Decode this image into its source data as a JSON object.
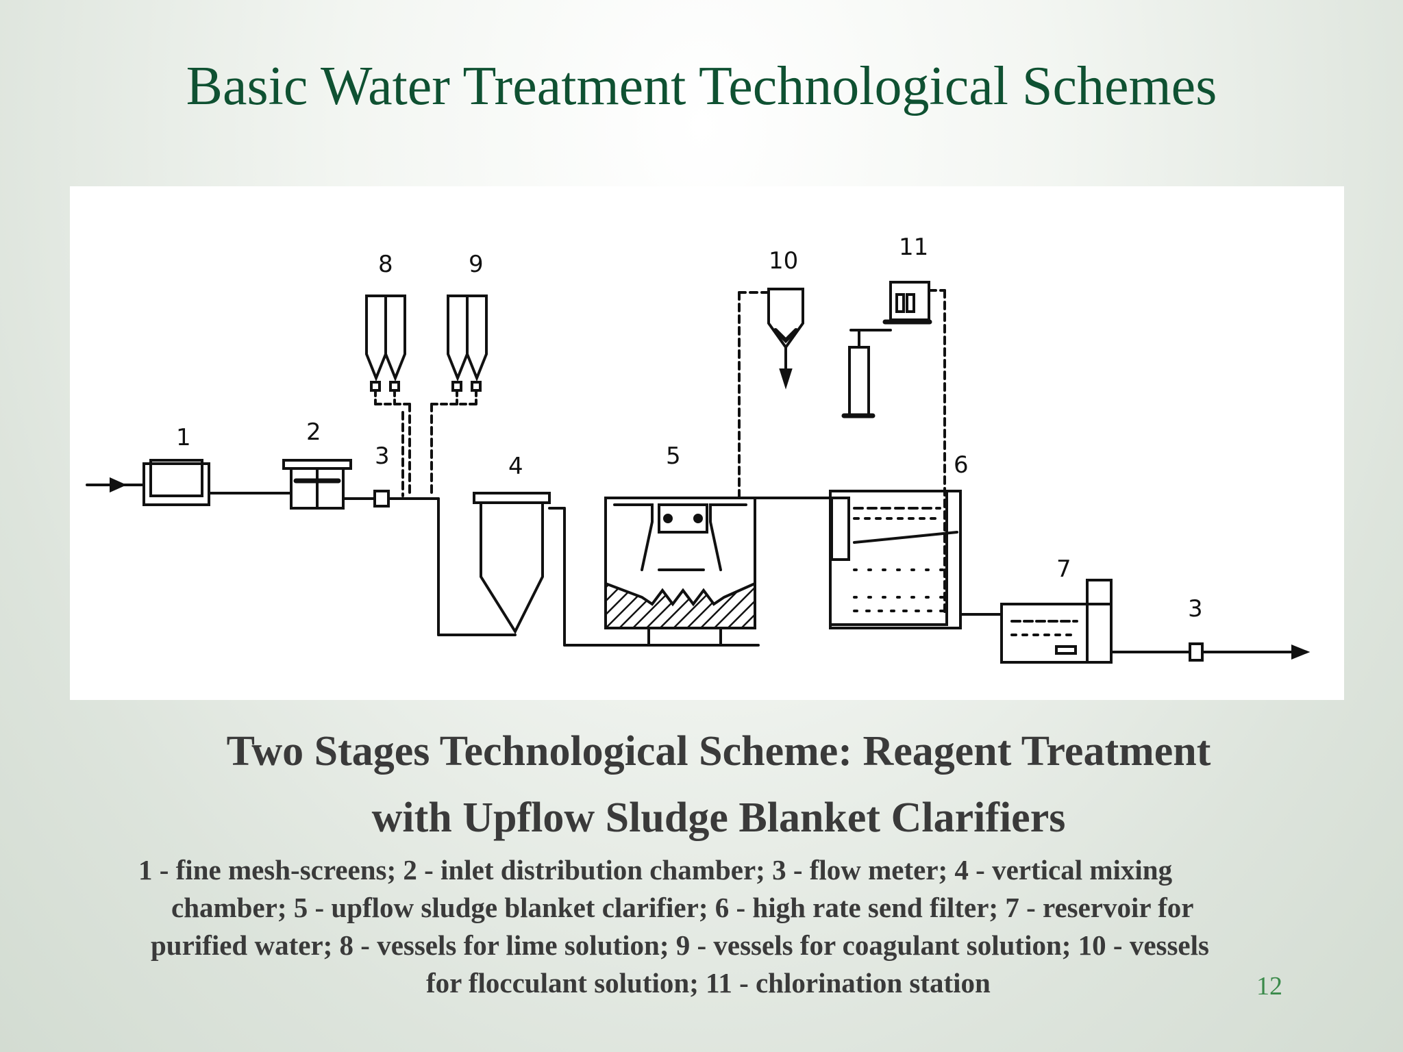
{
  "slide": {
    "title": "Basic Water Treatment Technological Schemes",
    "subtitle_line1": "Two Stages Technological Scheme: Reagent Treatment",
    "subtitle_line2": "with Upflow Sludge Blanket Clarifiers",
    "legend_lines": [
      "1 - fine mesh-screens; 2 - inlet distribution chamber; 3 - flow meter; 4 - vertical mixing",
      "chamber; 5 - upflow sludge blanket clarifier; 6 - high rate send filter; 7 - reservoir for",
      "purified water; 8 - vessels for lime solution; 9 - vessels for coagulant solution; 10 - vessels",
      "for flocculant solution; 11 - chlorination station"
    ],
    "page_number": "12"
  },
  "diagram": {
    "labels": {
      "n1": "1",
      "n2": "2",
      "n3": "3",
      "n4": "4",
      "n5": "5",
      "n6": "6",
      "n7": "7",
      "n8": "8",
      "n9": "9",
      "n10": "10",
      "n11": "11",
      "n3b": "3"
    }
  },
  "colors": {
    "title": "#0f5132",
    "body_text": "#3a3a3a",
    "page_number": "#3a8a4a",
    "figure_background": "#ffffff",
    "ink": "#111111"
  }
}
